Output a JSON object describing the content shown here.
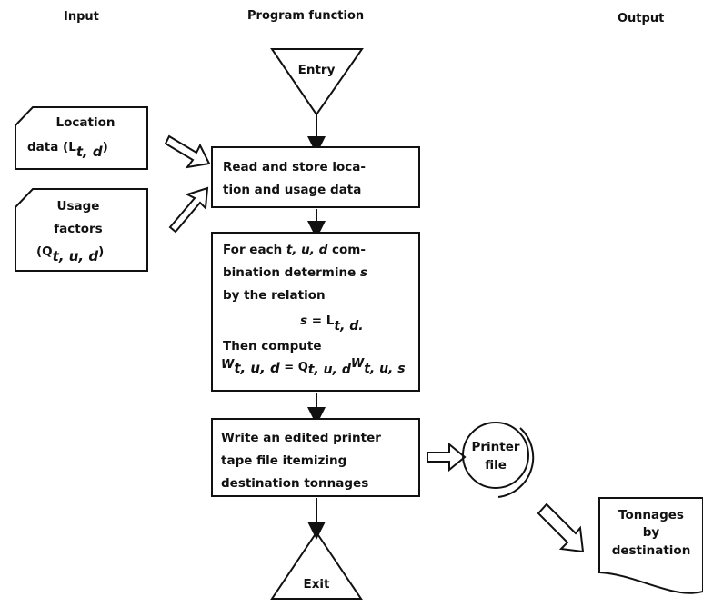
{
  "headers": {
    "input": "Input",
    "program": "Program function",
    "output": "Output"
  },
  "entry": "Entry",
  "exit": "Exit",
  "inputs": {
    "location": {
      "line1": "Location",
      "line2": "data (L",
      "sub": "t, d",
      "close": ")"
    },
    "usage": {
      "line1": "Usage",
      "line2": "factors",
      "line3": "(Q",
      "sub": "t, u, d",
      "close": ")"
    }
  },
  "steps": {
    "read": {
      "line1": "Read and store loca-",
      "line2": "tion and usage data"
    },
    "compute": {
      "line1a": "For each ",
      "line1b": "t, u, d",
      "line1c": " com-",
      "line2a": "bination determine ",
      "line2b": "s",
      "line3": "by the relation",
      "rel_s": "s",
      "rel_eq": " = L",
      "rel_sub": "t, d.",
      "line5": "Then compute",
      "eq_w": "W",
      "eq_wsub": "t, u, d",
      "eq_eq": " = Q",
      "eq_qsub": "t, u, d",
      "eq_w2": "W",
      "eq_w2sub": "t, u, s"
    },
    "write": {
      "line1": "Write an edited printer",
      "line2": "tape file itemizing",
      "line3": "destination tonnages"
    }
  },
  "printer_file": {
    "line1": "Printer",
    "line2": "file"
  },
  "output_doc": {
    "line1": "Tonnages",
    "line2": "by",
    "line3": "destination"
  }
}
